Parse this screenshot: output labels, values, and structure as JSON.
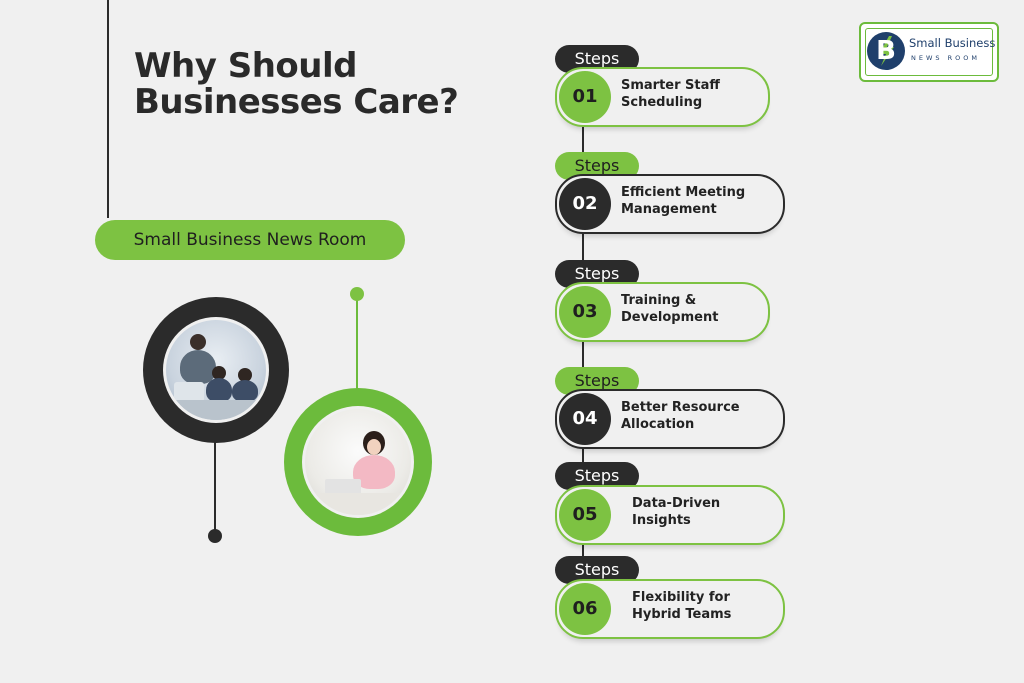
{
  "title": "Why Should Businesses Care?",
  "brand_pill": "Small Business News Room",
  "logo": {
    "name": "Small Business",
    "subtitle": "NEWS ROOM",
    "letter": "B"
  },
  "colors": {
    "accent_green": "#7dc242",
    "dark": "#2b2b2b",
    "background": "#f0f0f0",
    "logo_blue": "#1f3f6b"
  },
  "steps": [
    {
      "tab": "Steps",
      "number": "01",
      "label_line1": "Smarter Staff",
      "label_line2": "Scheduling"
    },
    {
      "tab": "Steps",
      "number": "02",
      "label_line1": "Efficient Meeting",
      "label_line2": "Management"
    },
    {
      "tab": "Steps",
      "number": "03",
      "label_line1": "Training &",
      "label_line2": "Development"
    },
    {
      "tab": "Steps",
      "number": "04",
      "label_line1": "Better Resource",
      "label_line2": "Allocation"
    },
    {
      "tab": "Steps",
      "number": "05",
      "label_line1": "Data-Driven",
      "label_line2": "Insights"
    },
    {
      "tab": "Steps",
      "number": "06",
      "label_line1": "Flexibility for",
      "label_line2": "Hybrid Teams"
    }
  ]
}
